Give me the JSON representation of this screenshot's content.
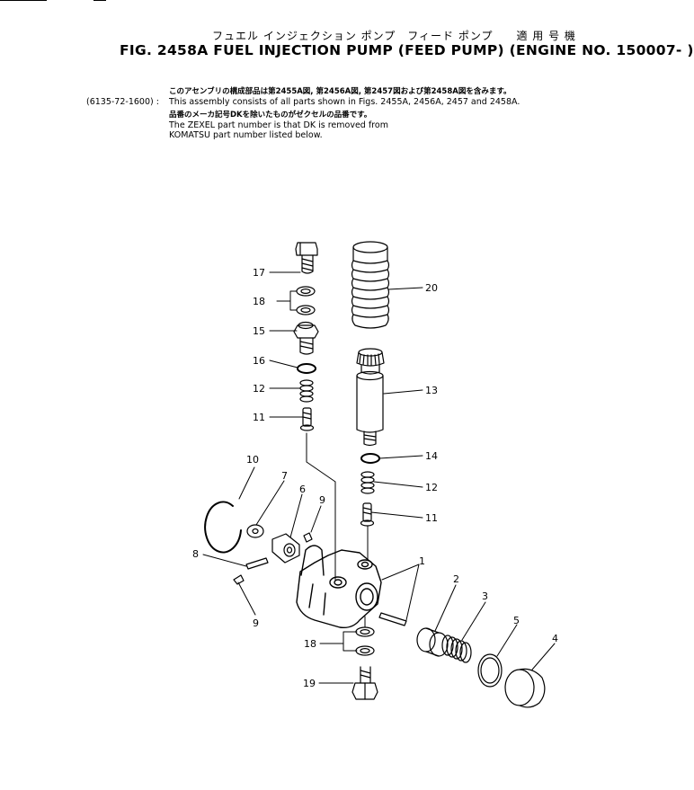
{
  "header": {
    "jp_title": "フュエル インジェクション ポンプ　フィード ポンプ　　適 用 号 機",
    "fig_title": "FIG. 2458A  FUEL  INJECTION  PUMP  (FEED  PUMP)  (ENGINE  NO. 150007- )",
    "part_code": "(6135-72-1600) :",
    "notes": [
      "このアセンブリの構成部品は第2455A図, 第2456A図, 第2457図および第2458A図を含みます。",
      "This assembly consists of all parts shown in Figs. 2455A, 2456A, 2457 and 2458A.",
      "品番のメーカ記号DKを除いたものがゼクセルの品番です。",
      "The ZEXEL part number is that DK is removed from",
      "KOMATSU part number listed below."
    ]
  },
  "callouts": [
    "17",
    "18",
    "15",
    "16",
    "12",
    "11",
    "20",
    "13",
    "14",
    "12",
    "11",
    "10",
    "7",
    "6",
    "9",
    "8",
    "9",
    "1",
    "2",
    "3",
    "5",
    "4",
    "18",
    "19"
  ]
}
